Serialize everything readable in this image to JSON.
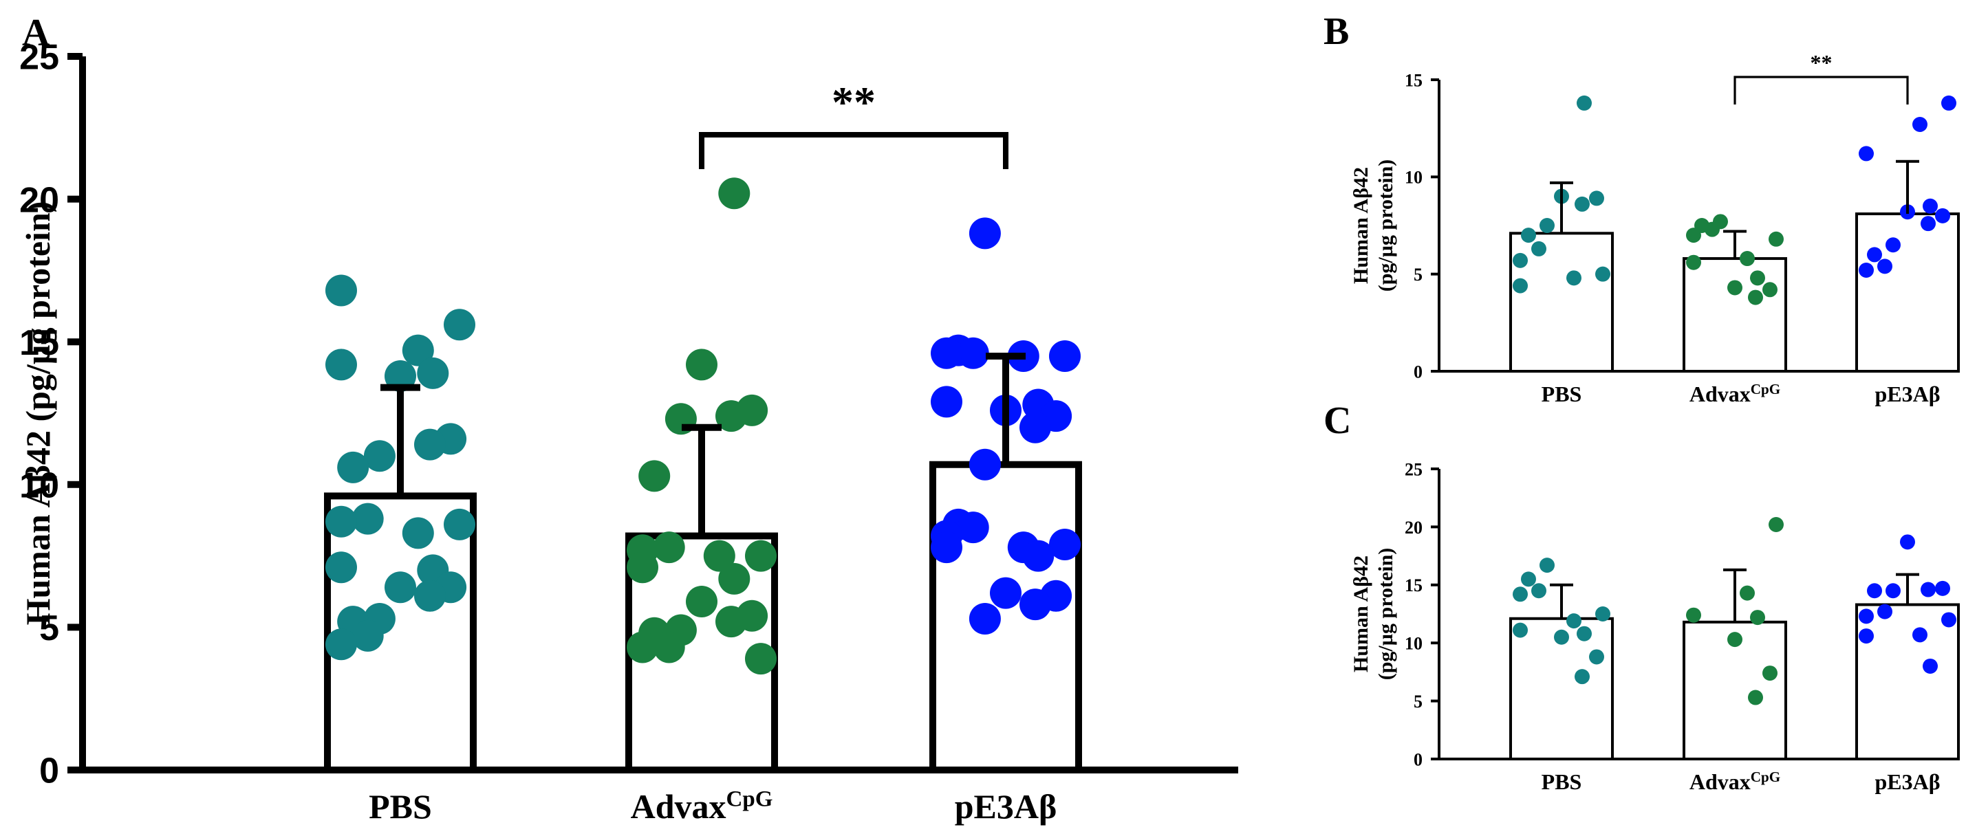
{
  "figure": {
    "panel_labels": [
      "A",
      "B",
      "C"
    ]
  },
  "colors": {
    "PBS": "#138285",
    "AdvaxCpG": "#1a8040",
    "pE3Ab": "#0014ff",
    "axis": "#000000",
    "bar_fill": "#ffffff"
  },
  "chart_data": [
    {
      "type": "bar",
      "panel": "A",
      "categories": [
        {
          "base": "PBS",
          "sup": ""
        },
        {
          "base": "Advax",
          "sup": "CpG"
        },
        {
          "base": "pE3Aβ",
          "sup": ""
        }
      ],
      "ylabel": "Human Aβ42 (pg/µg protein)",
      "ylim": [
        0,
        25
      ],
      "yticks": [
        0,
        5,
        10,
        15,
        20,
        25
      ],
      "series": [
        {
          "mean": 9.6,
          "sd_upper": 13.4,
          "points": [
            16.8,
            15.6,
            14.7,
            14.2,
            13.9,
            13.8,
            11.6,
            11.4,
            11.0,
            10.6,
            8.8,
            8.7,
            8.6,
            8.3,
            7.1,
            7.0,
            6.4,
            6.4,
            6.1,
            5.3,
            5.2,
            4.7,
            4.4
          ]
        },
        {
          "mean": 8.2,
          "sd_upper": 12.0,
          "points": [
            20.2,
            14.2,
            12.6,
            12.4,
            12.3,
            10.3,
            7.8,
            7.7,
            7.5,
            7.5,
            7.1,
            6.7,
            5.9,
            5.4,
            5.2,
            4.9,
            4.8,
            4.3,
            4.3,
            3.9
          ]
        },
        {
          "mean": 10.7,
          "sd_upper": 14.5,
          "points": [
            18.8,
            14.7,
            14.6,
            14.6,
            14.5,
            14.5,
            12.9,
            12.8,
            12.6,
            12.4,
            12.0,
            10.7,
            8.6,
            8.5,
            8.2,
            7.9,
            7.8,
            7.8,
            7.5,
            6.2,
            6.1,
            5.8,
            5.3
          ]
        }
      ],
      "significance": {
        "from": 1,
        "to": 2,
        "label": "**"
      }
    },
    {
      "type": "bar",
      "panel": "B",
      "categories": [
        {
          "base": "PBS",
          "sup": ""
        },
        {
          "base": "Advax",
          "sup": "CpG"
        },
        {
          "base": "pE3Aβ",
          "sup": ""
        }
      ],
      "ylabel_lines": [
        "Human Aβ42",
        "(pg/µg protein)"
      ],
      "ylim": [
        0,
        15
      ],
      "yticks": [
        0,
        5,
        10,
        15
      ],
      "series": [
        {
          "mean": 7.1,
          "sd_upper": 9.7,
          "points": [
            13.8,
            9.0,
            8.9,
            8.6,
            7.5,
            7.0,
            6.3,
            5.7,
            5.0,
            4.8,
            4.4
          ]
        },
        {
          "mean": 5.8,
          "sd_upper": 7.2,
          "points": [
            7.7,
            7.5,
            7.3,
            7.0,
            6.8,
            5.8,
            5.6,
            4.8,
            4.3,
            4.2,
            3.8
          ]
        },
        {
          "mean": 8.1,
          "sd_upper": 10.8,
          "points": [
            13.8,
            12.7,
            11.2,
            8.5,
            8.2,
            8.0,
            7.6,
            6.5,
            6.0,
            5.4,
            5.2
          ]
        }
      ],
      "significance": {
        "from": 1,
        "to": 2,
        "label": "**"
      }
    },
    {
      "type": "bar",
      "panel": "C",
      "categories": [
        {
          "base": "PBS",
          "sup": ""
        },
        {
          "base": "Advax",
          "sup": "CpG"
        },
        {
          "base": "pE3Aβ",
          "sup": ""
        }
      ],
      "ylabel_lines": [
        "Human Aβ42",
        "(pg/µg protein)"
      ],
      "ylim": [
        0,
        25
      ],
      "yticks": [
        0,
        5,
        10,
        15,
        20,
        25
      ],
      "series": [
        {
          "mean": 12.1,
          "sd_upper": 15.0,
          "points": [
            16.7,
            15.5,
            14.5,
            14.2,
            12.5,
            11.9,
            11.1,
            10.8,
            10.5,
            8.8,
            7.1
          ]
        },
        {
          "mean": 11.8,
          "sd_upper": 16.3,
          "points": [
            20.2,
            14.3,
            12.4,
            12.2,
            10.3,
            7.4,
            5.3
          ]
        },
        {
          "mean": 13.3,
          "sd_upper": 15.9,
          "points": [
            18.7,
            14.7,
            14.6,
            14.5,
            14.5,
            12.7,
            12.3,
            12.0,
            10.7,
            10.6,
            8.0
          ]
        }
      ],
      "significance": null
    }
  ]
}
